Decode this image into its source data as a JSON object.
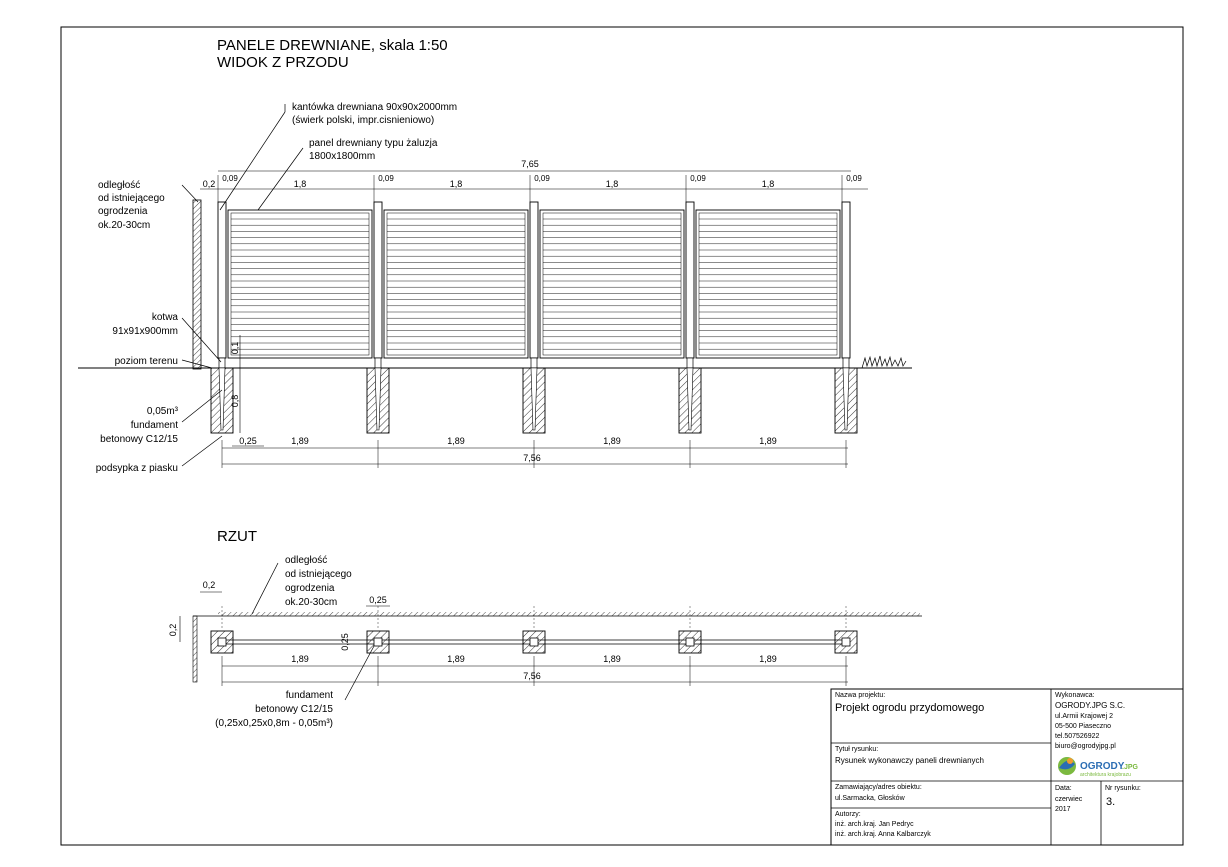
{
  "elevation": {
    "title_line1": "PANELE DREWNIANE, skala 1:50",
    "title_line2": "WIDOK Z PRZODU",
    "note_post_line1": "kantówka drewniana 90x90x2000mm",
    "note_post_line2": "(świerk polski, impr.cisnieniowo)",
    "note_panel_line1": "panel drewniany typu żaluzja",
    "note_panel_line2": "1800x1800mm",
    "note_distance": [
      "odległość",
      "od istniejącego",
      "ogrodzenia",
      "ok.20-30cm"
    ],
    "note_anchor": [
      "kotwa",
      "91x91x900mm"
    ],
    "note_ground": "poziom terenu",
    "note_footing": [
      "0,05m³",
      "fundament",
      "betonowy C12/15"
    ],
    "note_sand": "podsypka z piasku",
    "dim_total_top": "7,65",
    "dim_offset": "0,2",
    "dim_post": "0,09",
    "dim_panel": "1,8",
    "dim_vertical_small": "0,1",
    "dim_vertical_depth": "0,8",
    "dim_footing_width": "0,25",
    "dim_spacing": "1,89",
    "dim_total_bottom": "7,56"
  },
  "plan": {
    "title": "RZUT",
    "note_distance": [
      "odległość",
      "od istniejącego",
      "ogrodzenia",
      "ok.20-30cm"
    ],
    "dim_offset_h": "0,2",
    "dim_offset_v": "0,2",
    "dim_footing_top": "0,25",
    "dim_footing_side": "0,25",
    "dim_spacing": "1,89",
    "dim_total": "7,56",
    "note_footing": [
      "fundament",
      "betonowy C12/15",
      "(0,25x0,25x0,8m - 0,05m³)"
    ]
  },
  "title_block": {
    "project_label": "Nazwa projektu:",
    "project_value": "Projekt ogrodu przydomowego",
    "drawing_label": "Tytuł rysunku:",
    "drawing_value": "Rysunek wykonawczy paneli drewnianych",
    "client_label": "Zamawiający/adres obiektu:",
    "client_value": "ul.Sarmacka, Głosków",
    "authors_label": "Autorzy:",
    "authors": [
      "inż. arch.kraj. Jan Pedryc",
      "inż. arch.kraj. Anna Kalbarczyk"
    ],
    "contractor_label": "Wykonawca:",
    "contractor_lines": [
      "OGRODY.JPG S.C.",
      "ul.Armii Krajowej 2",
      "05-500 Piaseczno",
      "tel.507526922",
      "biuro@ogrodyjpg.pl"
    ],
    "logo_text": "OGRODY",
    "logo_suffix": ".JPG",
    "logo_tagline": "architektura krajobrazu",
    "date_label": "Data:",
    "date_value": [
      "czerwiec",
      "2017"
    ],
    "number_label": "Nr rysunku:",
    "number_value": "3."
  },
  "colors": {
    "line": "#000000",
    "logo_blue": "#2b6db3",
    "logo_green": "#7bb93f",
    "logo_orange": "#f29a2e"
  }
}
